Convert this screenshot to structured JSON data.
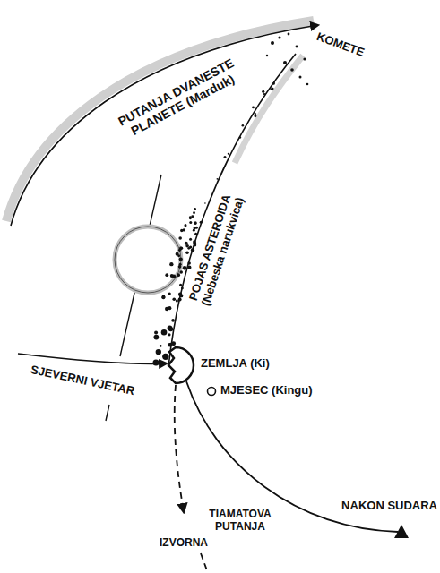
{
  "diagram": {
    "labels": [
      "PUTANJA DVANESTE PLANETE (Marduk)",
      "KOMETE",
      "POJAS ASTEROIDA (Nebeska narukvica)",
      "ZEMLJA (Ki)",
      "MJESEC (Kingu)",
      "SJEVERNI VJETAR",
      "NAKON SUDARA",
      "TIAMATOVA PUTANJA",
      "IZVORNA"
    ]
  }
}
